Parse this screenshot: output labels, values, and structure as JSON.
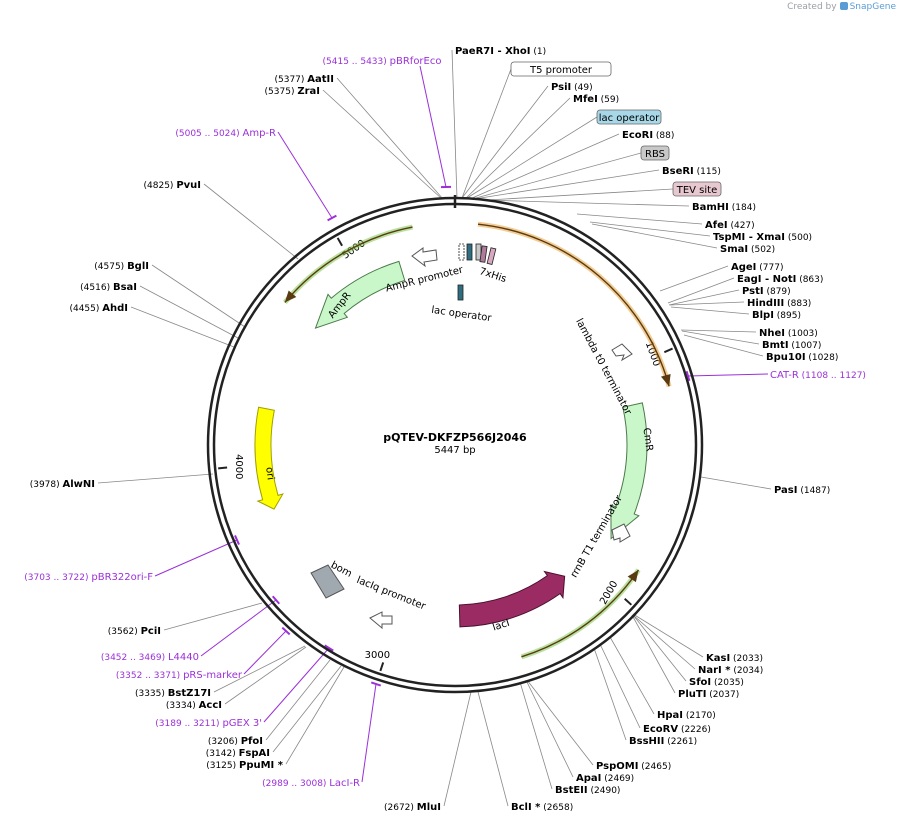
{
  "branding": {
    "created_by": "Created by",
    "product": "SnapGene"
  },
  "plasmid": {
    "name": "pQTEV-DKFZP566J2046",
    "length_label": "5447 bp",
    "length": 5447
  },
  "ticks": [
    "1000",
    "2000",
    "3000",
    "4000",
    "5000"
  ],
  "colors": {
    "primer": "#9b30d9",
    "amp": "#c9f7c9",
    "cmr": "#c9f7c9",
    "laci": "#9b2c63",
    "ori": "#ffff00",
    "bom": "#a0a8b0",
    "orange_bar": "#e8a23a",
    "green_bar": "#7ec850",
    "backbone": "#222222"
  },
  "enzymes": [
    {
      "name": "PaeR7I",
      "suffix": "- XhoI",
      "pos": "(1)"
    },
    {
      "name": "PsiI",
      "pos": "(49)"
    },
    {
      "name": "MfeI",
      "pos": "(59)"
    },
    {
      "name": "EcoRI",
      "pos": "(88)"
    },
    {
      "name": "BseRI",
      "pos": "(115)"
    },
    {
      "name": "BamHI",
      "pos": "(184)"
    },
    {
      "name": "AfeI",
      "pos": "(427)"
    },
    {
      "name": "TspMI",
      "suffix": "- XmaI",
      "pos": "(500)"
    },
    {
      "name": "SmaI",
      "pos": "(502)"
    },
    {
      "name": "AgeI",
      "pos": "(777)"
    },
    {
      "name": "EagI",
      "suffix": "- NotI",
      "pos": "(863)"
    },
    {
      "name": "PstI",
      "pos": "(879)"
    },
    {
      "name": "HindIII",
      "pos": "(883)"
    },
    {
      "name": "BlpI",
      "pos": "(895)"
    },
    {
      "name": "NheI",
      "pos": "(1003)"
    },
    {
      "name": "BmtI",
      "pos": "(1007)"
    },
    {
      "name": "Bpu10I",
      "pos": "(1028)"
    },
    {
      "name": "PasI",
      "pos": "(1487)"
    },
    {
      "name": "KasI",
      "pos": "(2033)"
    },
    {
      "name": "NarI *",
      "pos": "(2034)"
    },
    {
      "name": "SfoI",
      "pos": "(2035)"
    },
    {
      "name": "PluTI",
      "pos": "(2037)"
    },
    {
      "name": "HpaI",
      "pos": "(2170)"
    },
    {
      "name": "EcoRV",
      "pos": "(2226)"
    },
    {
      "name": "BssHII",
      "pos": "(2261)"
    },
    {
      "name": "PspOMI",
      "pos": "(2465)"
    },
    {
      "name": "ApaI",
      "pos": "(2469)"
    },
    {
      "name": "BstEII",
      "pos": "(2490)"
    },
    {
      "name": "BclI *",
      "pos": "(2658)"
    },
    {
      "name": "MluI",
      "pos": "(2672)"
    },
    {
      "name": "PpuMI *",
      "pos": "(3125)"
    },
    {
      "name": "FspAI",
      "pos": "(3142)"
    },
    {
      "name": "PfoI",
      "pos": "(3206)"
    },
    {
      "name": "AccI",
      "pos": "(3334)"
    },
    {
      "name": "BstZ17I",
      "pos": "(3335)"
    },
    {
      "name": "PciI",
      "pos": "(3562)"
    },
    {
      "name": "AlwNI",
      "pos": "(3978)"
    },
    {
      "name": "AhdI",
      "pos": "(4455)"
    },
    {
      "name": "BsaI",
      "pos": "(4516)"
    },
    {
      "name": "BglI",
      "pos": "(4575)"
    },
    {
      "name": "PvuI",
      "pos": "(4825)"
    },
    {
      "name": "ZraI",
      "pos": "(5375)"
    },
    {
      "name": "AatII",
      "pos": "(5377)"
    }
  ],
  "primers": [
    {
      "name": "pBRforEco",
      "range": "(5415 .. 5433)"
    },
    {
      "name": "Amp-R",
      "range": "(5005 .. 5024)"
    },
    {
      "name": "CAT-R",
      "range": "(1108 .. 1127)"
    },
    {
      "name": "pBR322ori-F",
      "range": "(3703 .. 3722)"
    },
    {
      "name": "L4440",
      "range": "(3452 .. 3469)"
    },
    {
      "name": "pRS-marker",
      "range": "(3352 .. 3371)"
    },
    {
      "name": "pGEX 3'",
      "range": "(3189 .. 3211)"
    },
    {
      "name": "LacI-R",
      "range": "(2989 .. 3008)"
    }
  ],
  "boxed_features": [
    {
      "name": "T5 promoter",
      "color": "#ffffff"
    },
    {
      "name": "lac operator",
      "color": "#a8d8e8"
    },
    {
      "name": "RBS",
      "color": "#c8c8c8"
    },
    {
      "name": "TEV site",
      "color": "#e8c8d0"
    }
  ],
  "inner_features": {
    "amp_promoter": "AmpR promoter",
    "his_tag": "7xHis",
    "lac_operator": "lac operator",
    "lambda_terminator": "lambda t0 terminator",
    "cmr": "CmR",
    "rrnb_terminator": "rrnB T1 terminator",
    "laci": "lacI",
    "laciq_promoter": "lacIq promoter",
    "bom": "bom",
    "ori": "ori",
    "ampr": "AmpR"
  }
}
